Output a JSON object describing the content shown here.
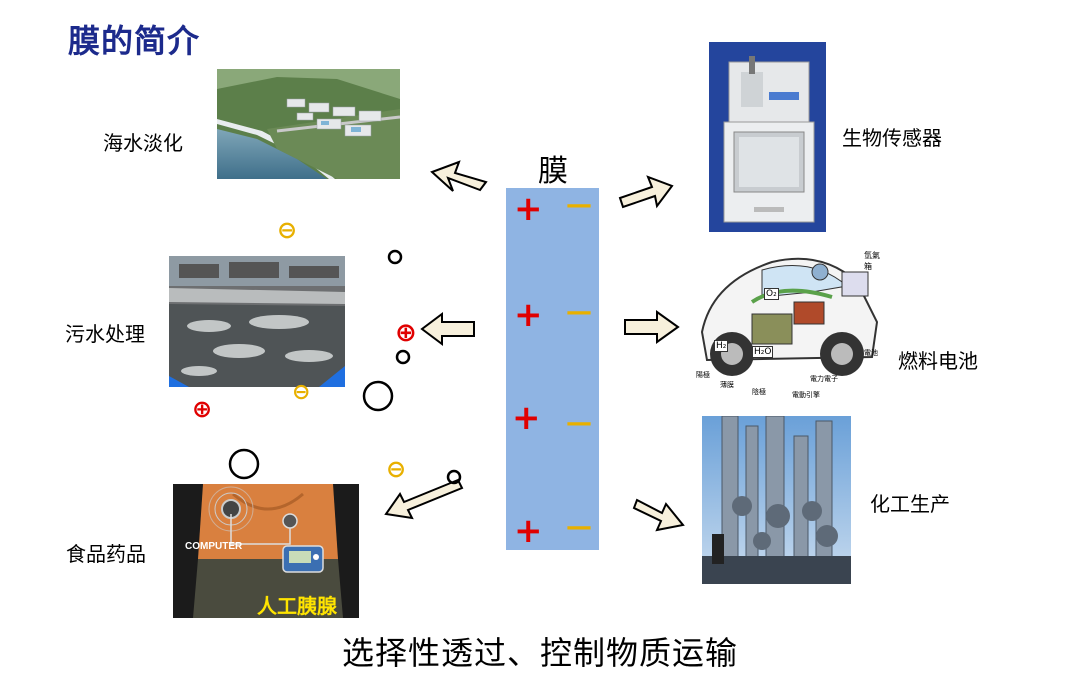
{
  "title": "膜的简介",
  "membrane": {
    "label": "膜",
    "plus_sign": "+",
    "minus_sign": "—"
  },
  "applications": {
    "desalination": "海水淡化",
    "wastewater": "污水处理",
    "food_medicine": "食品药品",
    "biosensor": "生物传感器",
    "fuel_cell": "燃料电池",
    "chemical": "化工生产"
  },
  "insulin_pump": {
    "computer_label": "COMPUTER",
    "caption": "人工胰腺"
  },
  "fuel_cell_callouts": {
    "tank": "氫氣箱",
    "o2": "O₂",
    "h2": "H₂",
    "h2o": "H₂O",
    "anode": "陽極",
    "membrane": "薄膜",
    "cathode": "陰極",
    "motor": "電動引擎",
    "electron": "電力電子",
    "battery": "電池"
  },
  "symbols": {
    "negative_ion": "⊖",
    "positive_ion": "⊕"
  },
  "summary": "选择性透过、控制物质运输",
  "colors": {
    "title": "#1c2a8c",
    "membrane": "#8fb4e3",
    "plus": "#e00000",
    "minus": "#e8b000",
    "arrow_fill": "#f7f0dc",
    "caption": "#ffe400"
  }
}
